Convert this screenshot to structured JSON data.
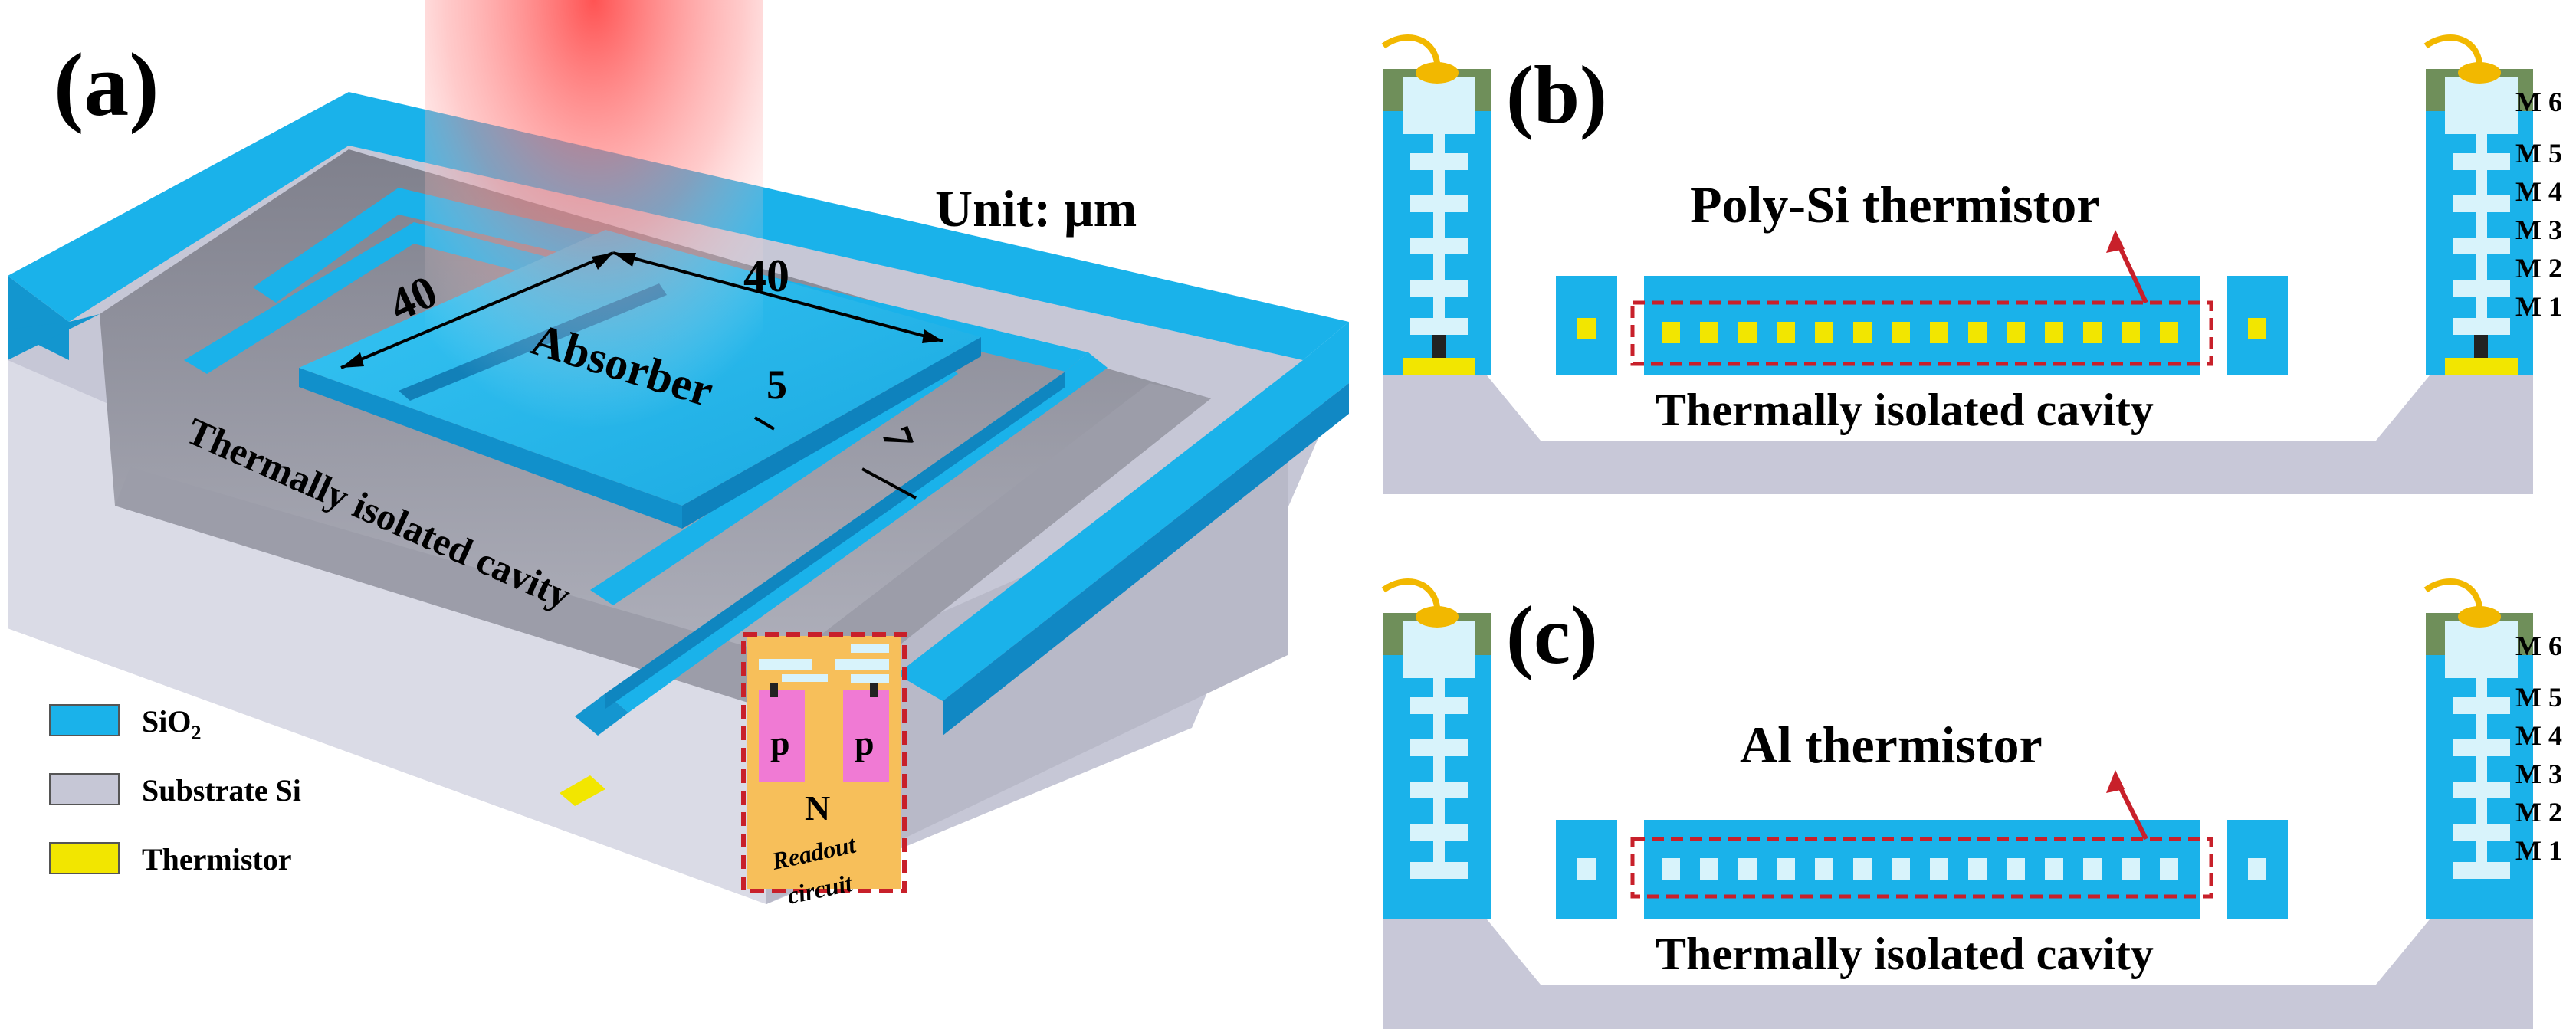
{
  "panel_a": {
    "label": "(a)",
    "unit_text": "Unit: μm",
    "absorber_label": "Absorber",
    "cavity_label": "Thermally isolated cavity",
    "dim_width": "40",
    "dim_depth": "40",
    "dim_gap": "5",
    "dim_leg": "7",
    "readout_label_line1": "Readout",
    "readout_label_line2": "circuit",
    "doping_p_left": "p",
    "doping_p_right": "p",
    "doping_n": "N",
    "legend": {
      "sio2": "SiO",
      "sio2_sub": "2",
      "substrate": "Substrate Si",
      "thermistor": "Thermistor"
    }
  },
  "panel_b": {
    "label": "(b)",
    "thermistor_label": "Poly-Si thermistor",
    "cavity_label": "Thermally isolated cavity",
    "metal_layers": [
      "M 6",
      "M 5",
      "M 4",
      "M 3",
      "M 2",
      "M 1"
    ]
  },
  "panel_c": {
    "label": "(c)",
    "thermistor_label": "Al thermistor",
    "cavity_label": "Thermally isolated cavity",
    "metal_layers": [
      "M 6",
      "M 5",
      "M 4",
      "M 3",
      "M 2",
      "M 1"
    ]
  },
  "colors": {
    "sio2": "#1ab2ea",
    "sio2_dark": "#1296cf",
    "substrate": "#c8c8d8",
    "cavity": "#9fa0ab",
    "thermistor": "#f2e600",
    "poly_si": "#f2e600",
    "metal": "#d8f3fb",
    "pad": "#6f8f5a",
    "bond": "#f2b800",
    "highlight": "#c8202a",
    "p_region": "#f07ad4",
    "n_region": "#f7bf5a"
  }
}
